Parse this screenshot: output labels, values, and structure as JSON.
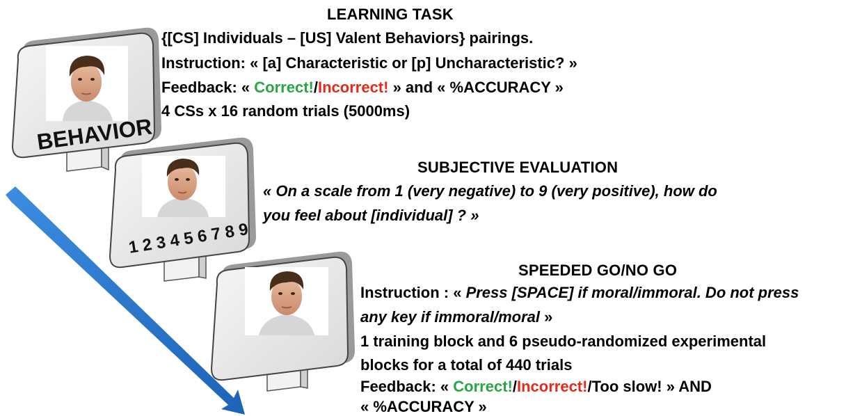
{
  "learning": {
    "title": "LEARNING TASK",
    "l1": "{[CS] Individuals – [US] Valent Behaviors} pairings.",
    "l2": "Instruction: «  [a] Characteristic or [p] Uncharacteristic? »",
    "l3_a": "Feedback: « ",
    "l3_correct": "Correct!",
    "l3_slash": "/",
    "l3_incorrect": "Incorrect!",
    "l3_b": " » and « %ACCURACY »",
    "l4": "4 CSs x 16 random trials (5000ms)",
    "monitor_label": "BEHAVIOR"
  },
  "subjective": {
    "title": "SUBJECTIVE EVALUATION",
    "l1": "« On a scale from 1 (very negative) to 9 (very positive), how do",
    "l2": "you feel about [individual] ? »",
    "monitor_label": "1 2 3 4 5 6 7 8 9"
  },
  "gonogo": {
    "title": "SPEEDED GO/NO GO",
    "l1_a": "Instruction : « ",
    "l1_b": "Press [SPACE] if moral/immoral. Do not press",
    "l2_a": "any key if immoral/moral",
    "l2_b": " »",
    "l3": "1 training block and 6 pseudo-randomized experimental",
    "l4": "blocks for a total of 440 trials",
    "l5_a": "Feedback: « ",
    "l5_correct": "Correct!",
    "l5_slash1": "/",
    "l5_incorrect": "Incorrect!",
    "l5_slash2": "/",
    "l5_tooslow": "Too slow!",
    "l5_b": " » AND",
    "l6": "« %ACCURACY »"
  },
  "colors": {
    "arrow": "#1f6fc9",
    "correct": "#2aa543",
    "incorrect": "#e42a1c",
    "monitor": "#e9e9e9"
  }
}
